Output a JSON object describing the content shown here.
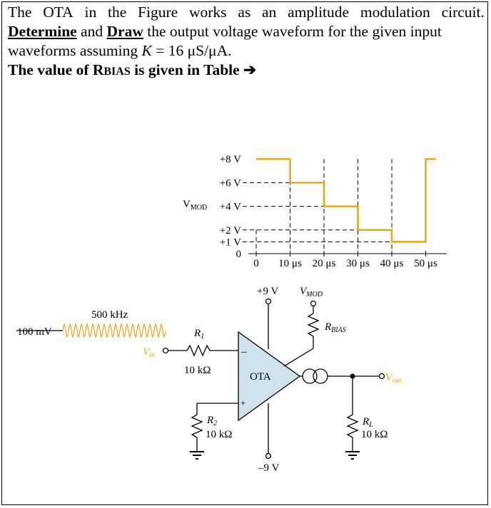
{
  "problem": {
    "line1_words": [
      "The",
      "OTA",
      "in",
      "the",
      "Figure",
      "works",
      "as",
      "an",
      "amplitude",
      "modulation",
      "circuit."
    ],
    "determine": "Determine",
    "and": "and",
    "draw": "Draw",
    "line2_rest": "the output voltage waveform for the given input",
    "line3_prefix": "waveforms assuming ",
    "line3_K": "K",
    "line3_suffix": " = 16 μS/μA.",
    "line4_prefix": "The value of R",
    "line4_sub": "BIAS",
    "line4_suffix": " is given in Table ➔"
  },
  "chart_data": {
    "type": "line",
    "title": "",
    "ylabel": "V",
    "ylabel_sub": "MOD",
    "y_ticks": [
      "+8 V",
      "+6 V",
      "+4 V",
      "+2 V",
      "+1 V",
      "0"
    ],
    "x_ticks": [
      "0",
      "10 μs",
      "20 μs",
      "30 μs",
      "40 μs",
      "50 μs"
    ],
    "x": [
      0,
      10,
      10,
      20,
      20,
      30,
      30,
      40,
      40,
      50,
      50,
      53
    ],
    "y": [
      8,
      8,
      6,
      6,
      4,
      4,
      2,
      2,
      1,
      1,
      8,
      8
    ],
    "color": "#e6a817",
    "ylim": [
      0,
      8
    ],
    "xlim": [
      0,
      53
    ]
  },
  "circuit": {
    "carrier_freq": "500 kHz",
    "carrier_amp": "100 mV",
    "vin": "V",
    "vin_sub": "in",
    "r1": "R",
    "r1_sub": "1",
    "r1_val": "10 kΩ",
    "r2": "R",
    "r2_sub": "2",
    "r2_val": "10 kΩ",
    "vpos": "+9 V",
    "vneg": "–9 V",
    "vmod": "V",
    "vmod_sub": "MOD",
    "rbias": "R",
    "rbias_sub": "BIAS",
    "ota": "OTA",
    "minus": "–",
    "plus": "+",
    "vout": "V",
    "vout_sub": "out",
    "rl": "R",
    "rl_sub": "L",
    "rl_val": "10 kΩ",
    "accent_color": "#e6a817",
    "ota_fill": "#cfe3ee"
  }
}
